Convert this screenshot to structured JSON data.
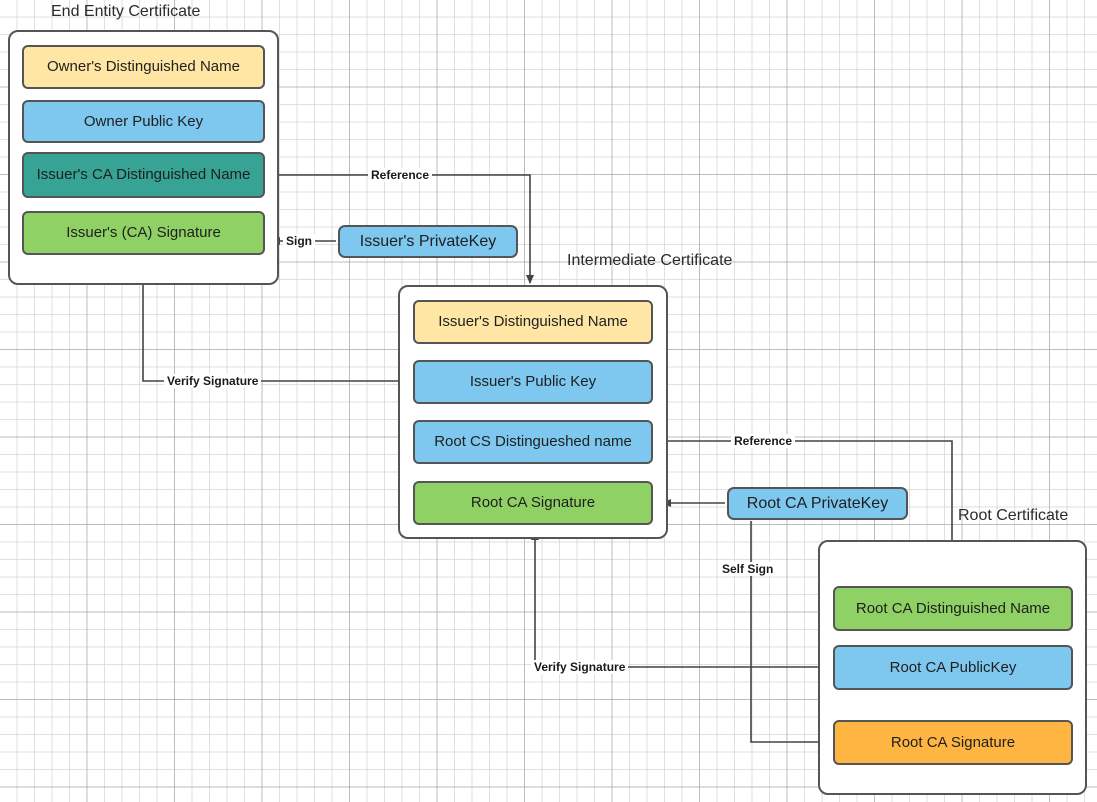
{
  "diagram": {
    "title_end_entity": "End Entity Certificate",
    "title_intermediate": "Intermediate Certificate",
    "title_root": "Root Certificate"
  },
  "end_entity_certificate": {
    "fields": [
      {
        "label": "Owner's Distinguished Name",
        "color": "#ffe6a5"
      },
      {
        "label": "Owner Public  Key",
        "color": "#7ec7ef"
      },
      {
        "label": "Issuer's CA Distinguished Name",
        "color": "#36a394"
      },
      {
        "label": "Issuer's (CA) Signature",
        "color": "#8fd165"
      }
    ]
  },
  "intermediate_certificate": {
    "fields": [
      {
        "label": "Issuer's Distinguished Name",
        "color": "#ffe6a5"
      },
      {
        "label": "Issuer's Public  Key",
        "color": "#7ec7ef"
      },
      {
        "label": "Root CS Distingueshed name",
        "color": "#7ec7ef"
      },
      {
        "label": "Root CA Signature",
        "color": "#8fd165"
      }
    ]
  },
  "root_certificate": {
    "fields": [
      {
        "label": "Root CA Distinguished Name",
        "color": "#8fd165"
      },
      {
        "label": "Root CA PublicKey",
        "color": "#7ec7ef"
      },
      {
        "label": "Root CA Signature",
        "color": "#ffb541"
      }
    ]
  },
  "keys": {
    "issuer_private_key": "Issuer's PrivateKey",
    "root_ca_private_key": "Root CA PrivateKey"
  },
  "edge_labels": {
    "reference_top": "Reference",
    "sign": "Sign",
    "verify_signature_top": "Verify Signature",
    "reference_bottom": "Reference",
    "self_sign": "Self Sign",
    "verify_signature_bottom": "Verify Signature"
  },
  "colors": {
    "stroke": "#555555",
    "yellow": "#ffe6a5",
    "blue": "#7ec7ef",
    "teal": "#36a394",
    "green": "#8fd165",
    "orange": "#ffb541",
    "background": "#ffffff"
  }
}
